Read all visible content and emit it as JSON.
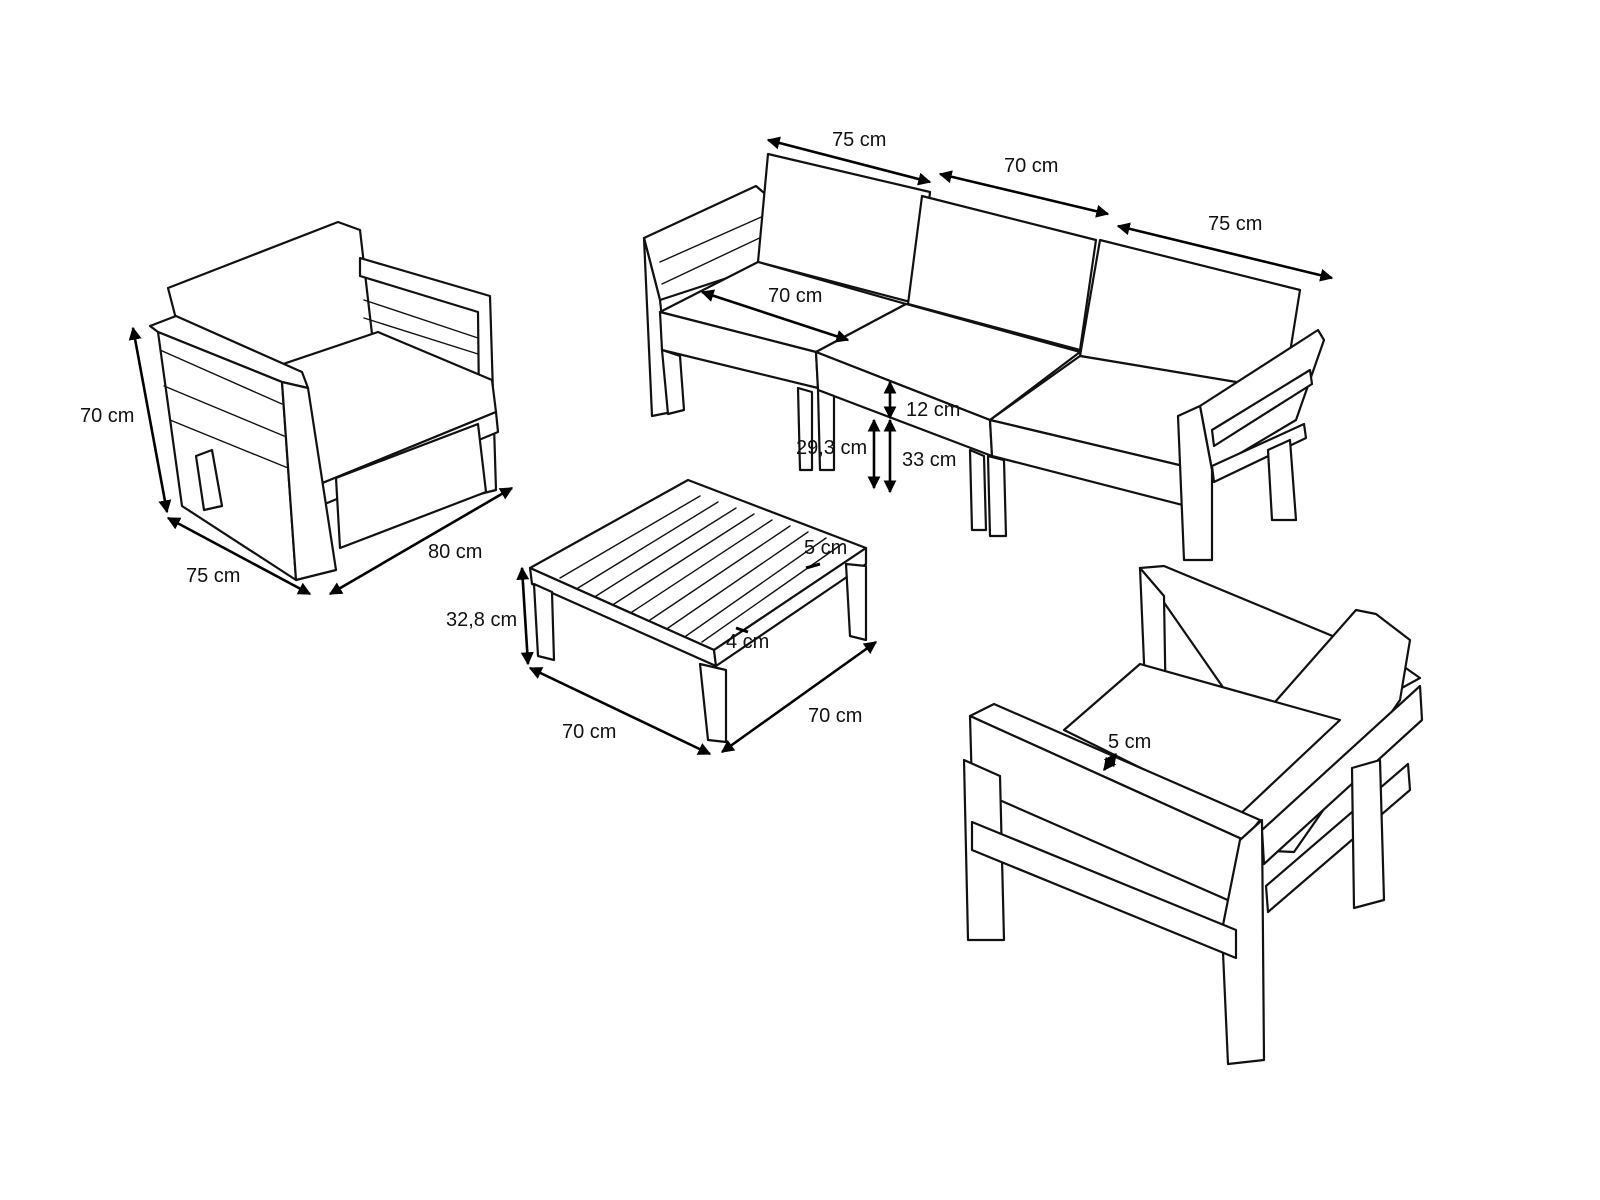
{
  "dimensions": {
    "armchair_left": {
      "height": "70 cm",
      "depth": "75 cm",
      "width": "80 cm"
    },
    "sofa": {
      "corner_width": "75 cm",
      "middle_width": "70 cm",
      "right_width": "75 cm",
      "seat_depth": "70 cm",
      "cushion_thickness": "12 cm",
      "seat_height_inner": "29,3 cm",
      "seat_height": "33 cm"
    },
    "table": {
      "slat_width": "5 cm",
      "slat_gap": "4 cm",
      "height": "32,8 cm",
      "length": "70 cm",
      "width": "70 cm"
    },
    "armchair_right": {
      "frame_thickness": "5 cm"
    }
  },
  "colors": {
    "line": "#111111",
    "background": "#ffffff"
  }
}
